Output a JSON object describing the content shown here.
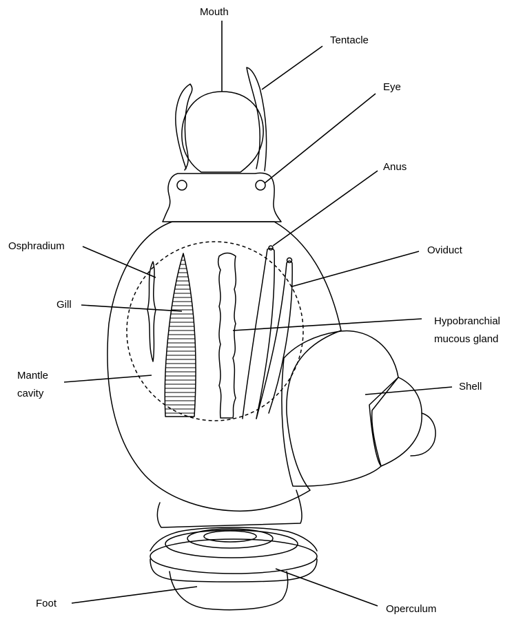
{
  "labels": {
    "mouth": "Mouth",
    "tentacle": "Tentacle",
    "eye": "Eye",
    "anus": "Anus",
    "osphradium": "Osphradium",
    "oviduct": "Oviduct",
    "gill": "Gill",
    "hypobranchial_line1": "Hypobranchial",
    "hypobranchial_line2": "mucous gland",
    "mantle_line1": "Mantle",
    "mantle_line2": "cavity",
    "shell": "Shell",
    "foot": "Foot",
    "operculum": "Operculum"
  },
  "colors": {
    "stroke": "#000000",
    "background": "#ffffff"
  }
}
